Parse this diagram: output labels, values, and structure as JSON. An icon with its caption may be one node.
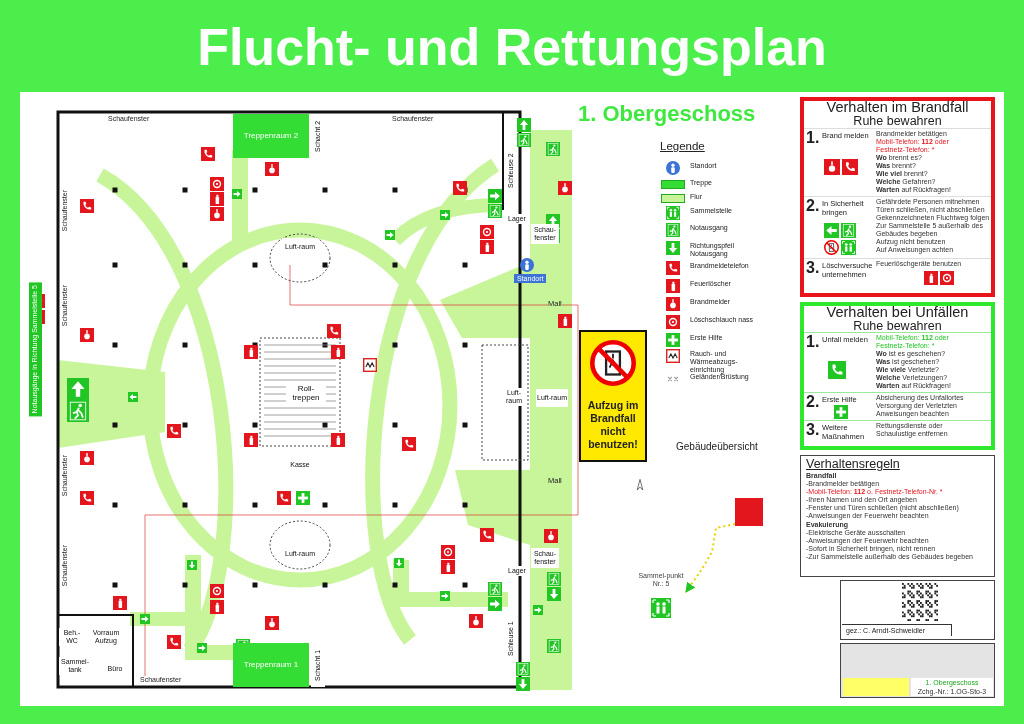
{
  "diagram": {
    "title": "Flucht- und Rettungsplan",
    "nodes": [
      {
        "text": [
          "Treppenraum 2"
        ]
      },
      {
        "text": [
          "Schacht 2"
        ]
      },
      {
        "text": [
          "Schleuse 2"
        ]
      },
      {
        "text": [
          "Lager"
        ]
      },
      {
        "text": [
          "Schau-fenster"
        ]
      },
      {
        "text": [
          "Luft-raum"
        ]
      },
      {
        "text": [
          "Roll-treppen"
        ]
      },
      {
        "text": [
          "Luft-raum"
        ]
      },
      {
        "text": [
          "Luft-raum"
        ]
      },
      {
        "text": [
          "Kasse"
        ]
      },
      {
        "text": [
          "Luft-raum"
        ]
      },
      {
        "text": [
          "Schau-fenster"
        ]
      },
      {
        "text": [
          "Lager"
        ]
      },
      {
        "text": [
          "Schleuse 1"
        ]
      },
      {
        "text": [
          "Schacht 1"
        ]
      },
      {
        "text": [
          "Treppenraum 1"
        ]
      },
      {
        "text": [
          "Büro"
        ]
      },
      {
        "text": [
          "Beh.-WC"
        ]
      },
      {
        "text": [
          "Vorraum Aufzug"
        ]
      },
      {
        "text": [
          "Sammel-tank"
        ]
      },
      {
        "text": [
          "Aufzug im Brandfall nicht benutzen!"
        ]
      },
      {
        "text": [
          "Verhalten im Brandfall",
          "Ruhe bewahren"
        ]
      },
      {
        "text": [
          "1.",
          "Brand melden",
          "Brandmelder betätigen",
          "Mobil-Telefon: **112** oder",
          "Festnetz-Telefon: *",
          "**Wo** brennt es?",
          "**Was** brennt?",
          "**Wie viel** brennt?",
          "**Welche** Gefahren?",
          "**Warten** auf Rückfragen!"
        ],
        "in": 21
      },
      {
        "text": [
          "2.",
          "In Sicherheit bringen",
          "Gefährdete Personen mitnehmen",
          "Türen schließen, nicht abschließen",
          "Gekennzeichneten Fluchtweg folgen",
          "Zur Sammelstelle 5 außerhalb des Gebäudes begeben",
          "Aufzug nicht benutzen",
          "Auf Anweisungen achten"
        ],
        "in": 21
      },
      {
        "text": [
          "3.",
          "Löschversuche unternehmen",
          "Feuerlöschgeräte benutzen"
        ],
        "in": 21
      },
      {
        "text": [
          "Verhalten bei Unfällen",
          "Ruhe bewahren"
        ]
      },
      {
        "text": [
          "1.",
          "Unfall melden",
          "Mobil-Telefon: **112** oder",
          "Festnetz-Telefon: *",
          "**Wo** ist es geschehen?",
          "**Was** ist geschehen?",
          "**Wie viele** Verletzte?",
          "**Welche** Verletzungen?",
          "**Warten** auf Rückfragen!"
        ],
        "in": 25
      },
      {
        "text": [
          "2.",
          "Erste Hilfe",
          "Absicherung des Unfallortes",
          "Versorgung der Verletzten",
          "Anweisungen beachten"
        ],
        "in": 25
      },
      {
        "text": [
          "3.",
          "Weitere Maßnahmen",
          "Rettungsdienste oder",
          "Schaulustige entfernen"
        ],
        "in": 25
      },
      {
        "text": [
          "Verhaltensregeln",
          "Brandfall",
          "-Brandmelder betätigen",
          "-Mobil-Telefon: **112** o. Festnetz-Telefon-Nr. *",
          "-Ihren Namen und den Ort angeben",
          "-Fenster und Türen schließen (nicht abschließen)",
          "-Anweisungen der Feuerwehr beachten",
          "Evakuierung",
          "-Elektrische Geräte ausschalten",
          "-Anweisungen der Feuerwehr beachten",
          "-Sofort in Sicherheit bringen, nicht rennen",
          "-Zur Sammelstelle außerhalb des Gebäudes begeben"
        ]
      },
      {
        "text": [
          "gez.: C. Arndt-Schweidler"
        ]
      },
      {
        "text": [
          "1. Obergeschoss",
          "Zchg.-Nr.: 1.OG-Sto-3"
        ]
      },
      {
        "text": [],
        "shape": "box"
      },
      {
        "text": [
          "Sammel-punkt Nr.: 5"
        ]
      }
    ],
    "edges": [
      {
        "from": 32,
        "to": 33,
        "arrow": "to",
        "style": "dashed"
      }
    ],
    "labels": [
      "1. Obergeschoss",
      "Legende",
      "Schaufenster",
      "Schaufenster",
      "Schaufenster",
      "Schaufenster",
      "Schaufenster",
      "Schaufenster",
      "Schaufenster",
      "Standort",
      "Mall",
      "Mall",
      "Notausgänge in Richtung Sammelstelle 5",
      "Gebäudeübersicht"
    ],
    "legend": [
      {
        "text": "Standort"
      },
      {
        "text": "Treppe",
        "color": "#33dd33"
      },
      {
        "text": "Flur",
        "color": "#c8f59a"
      },
      {
        "text": "Sammelstelle"
      },
      {
        "text": "Notausgang"
      },
      {
        "text": "Richtungspfeil Notausgang"
      },
      {
        "text": "Brandmeldetelefon"
      },
      {
        "text": "Feuerlöscher"
      },
      {
        "text": "Brandmelder"
      },
      {
        "text": "Löschschlauch nass"
      },
      {
        "text": "Erste Hilfe"
      },
      {
        "text": "Rauch- und Wärmeabzugs-einrichtung"
      },
      {
        "text": "Geländer/Brüstung"
      }
    ]
  }
}
